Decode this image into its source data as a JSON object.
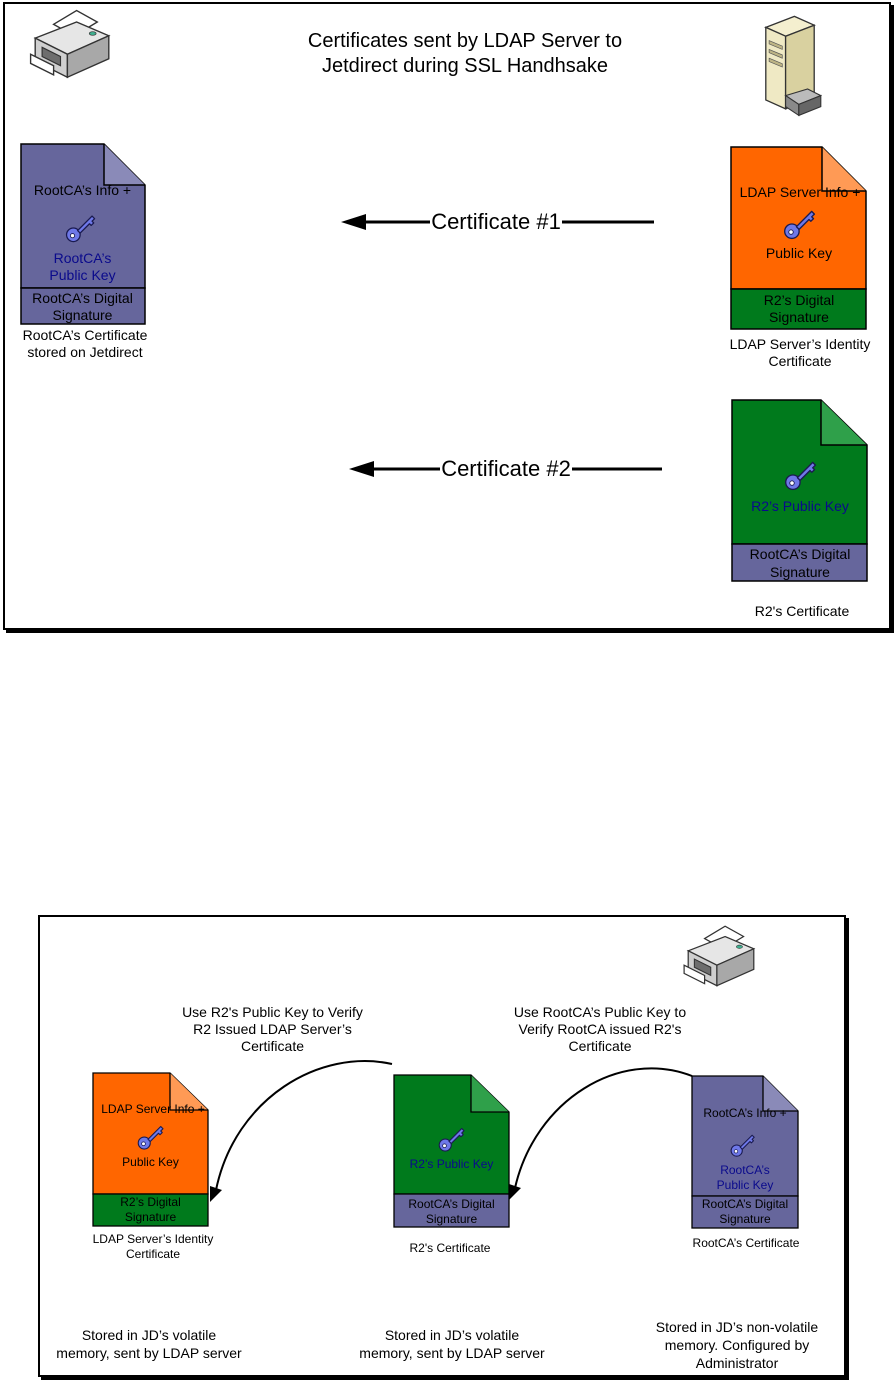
{
  "panel1": {
    "title_line1": "Certificates sent by LDAP Server to",
    "title_line2": "Jetdirect  during SSL Handhsake",
    "icons": {
      "printer": "printer-icon",
      "server": "server-icon",
      "key": "key-icon"
    },
    "rootca_doc": {
      "info": "RootCA’s Info +",
      "key_line1": "RootCA’s",
      "key_line2": "Public Key",
      "sig_line1": "RootCA’s Digital",
      "sig_line2": "Signature",
      "caption_line1": "RootCA’s Certificate",
      "caption_line2": "stored on Jetdirect"
    },
    "ldap_doc": {
      "info": "LDAP Server Info +",
      "key": "Public Key",
      "sig_line1": "R2’s Digital",
      "sig_line2": "Signature",
      "caption_line1": "LDAP Server’s Identity",
      "caption_line2": "Certificate"
    },
    "r2_doc": {
      "key": "R2’s Public Key",
      "sig_line1": "RootCA’s Digital",
      "sig_line2": "Signature",
      "caption": "R2's Certificate"
    },
    "arrow1_label": "Certificate #1",
    "arrow2_label": "Certificate #2"
  },
  "panel2": {
    "label_left_line1": "Use R2's Public Key to Verify",
    "label_left_line2": "R2 Issued LDAP Server’s",
    "label_left_line3": "Certificate",
    "label_right_line1": "Use RootCA’s Public Key to",
    "label_right_line2": "Verify RootCA issued R2's",
    "label_right_line3": "Certificate",
    "ldap_doc": {
      "info": "LDAP Server Info +",
      "key": "Public Key",
      "sig_line1": "R2’s Digital",
      "sig_line2": "Signature",
      "caption_line1": "LDAP Server’s Identity",
      "caption_line2": "Certificate"
    },
    "r2_doc": {
      "key": "R2’s Public Key",
      "sig_line1": "RootCA’s Digital",
      "sig_line2": "Signature",
      "caption": "R2's Certificate"
    },
    "rootca_doc": {
      "info": "RootCA’s Info +",
      "key_line1": "RootCA’s",
      "key_line2": "Public Key",
      "sig_line1": "RootCA’s Digital",
      "sig_line2": "Signature",
      "caption": "RootCA’s Certificate"
    },
    "stored_left_line1": "Stored in JD’s volatile",
    "stored_left_line2": "memory, sent by LDAP server",
    "stored_mid_line1": "Stored in JD’s volatile",
    "stored_mid_line2": "memory, sent by LDAP server",
    "stored_right_line1": "Stored in JD’s non-volatile",
    "stored_right_line2": "memory.  Configured by",
    "stored_right_line3": "Administrator"
  },
  "colors": {
    "orange": "#FF6600",
    "green": "#007A1C",
    "purple": "#66669C",
    "darkblue": "#0A0A8C",
    "key": "#6E78E8"
  }
}
